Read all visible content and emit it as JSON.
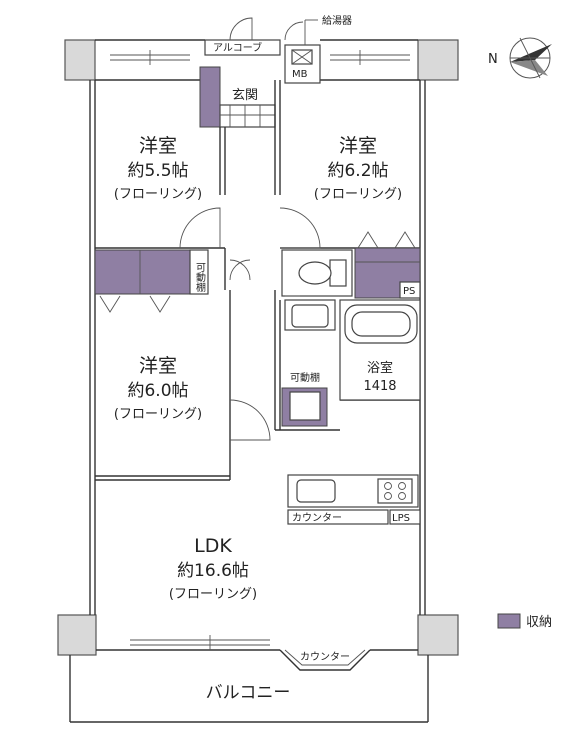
{
  "labels": {
    "water_heater": "給湯器",
    "alcove": "アルコーブ",
    "mb": "MB",
    "entrance": "玄関",
    "room_nw_name": "洋室",
    "room_nw_size": "約5.5帖",
    "room_nw_floor": "(フローリング)",
    "room_ne_name": "洋室",
    "room_ne_size": "約6.2帖",
    "room_ne_floor": "(フローリング)",
    "room_w_name": "洋室",
    "room_w_size": "約6.0帖",
    "room_w_floor": "(フローリング)",
    "movable_shelf_vertical": "可動棚",
    "movable_shelf": "可動棚",
    "ps_top": "PS",
    "bath_name": "浴室",
    "bath_size": "1418",
    "counter_kitchen": "カウンター",
    "ps_bottom": "LPS",
    "ldk_name": "LDK",
    "ldk_size": "約16.6帖",
    "ldk_floor": "(フローリング)",
    "counter_window": "カウンター",
    "balcony": "バルコニー",
    "compass_n": "N",
    "legend_storage": "収納"
  },
  "colors": {
    "storage": "#8f7fa3",
    "wall": "#d9d9d9"
  }
}
